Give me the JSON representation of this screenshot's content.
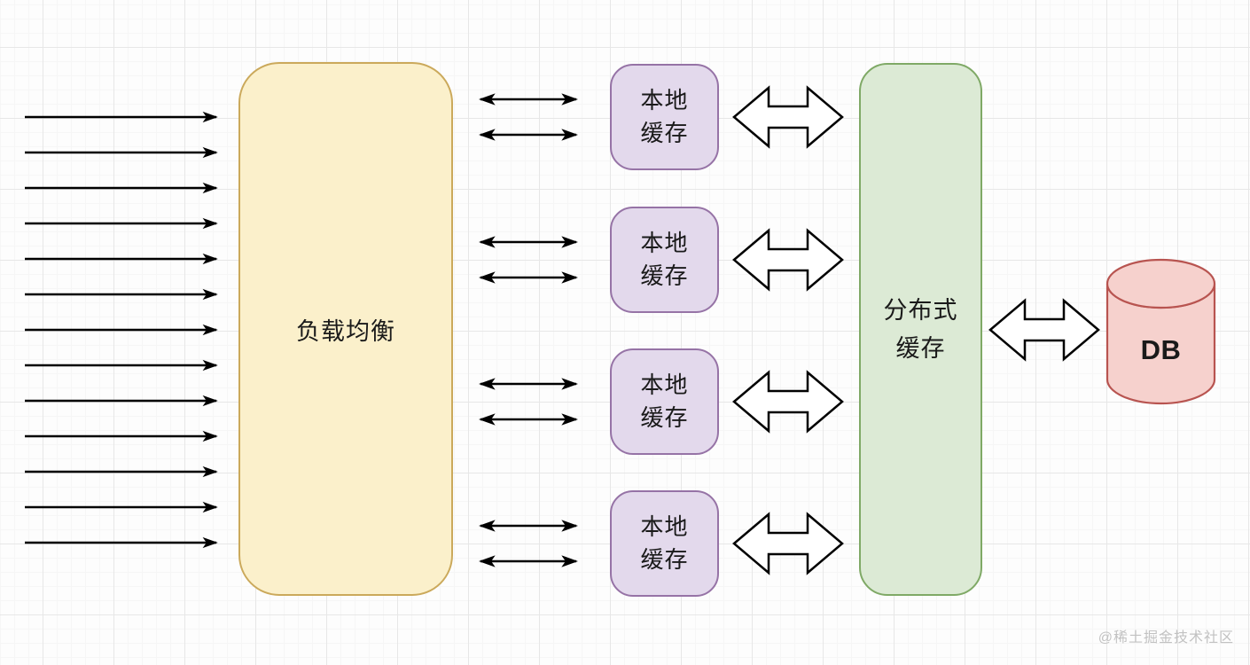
{
  "diagram": {
    "load_balancer": {
      "label": "负载均衡"
    },
    "local_caches": [
      {
        "line1": "本地",
        "line2": "缓存"
      },
      {
        "line1": "本地",
        "line2": "缓存"
      },
      {
        "line1": "本地",
        "line2": "缓存"
      },
      {
        "line1": "本地",
        "line2": "缓存"
      }
    ],
    "distributed_cache": {
      "line1": "分布式",
      "line2": "缓存"
    },
    "database": {
      "label": "DB"
    },
    "watermark": "@稀土掘金技术社区",
    "incoming_arrows": {
      "count": 13
    },
    "colors": {
      "load_balancer_fill": "#FBF0CB",
      "load_balancer_border": "#CBA95B",
      "local_cache_fill": "#E3D9EC",
      "local_cache_border": "#9673A6",
      "distributed_cache_fill": "#DCEAD5",
      "distributed_cache_border": "#7FA966",
      "database_fill": "#F6D1CD",
      "database_border": "#B85450",
      "arrow_color": "#000000",
      "grid_line": "#e7e7e7"
    }
  }
}
